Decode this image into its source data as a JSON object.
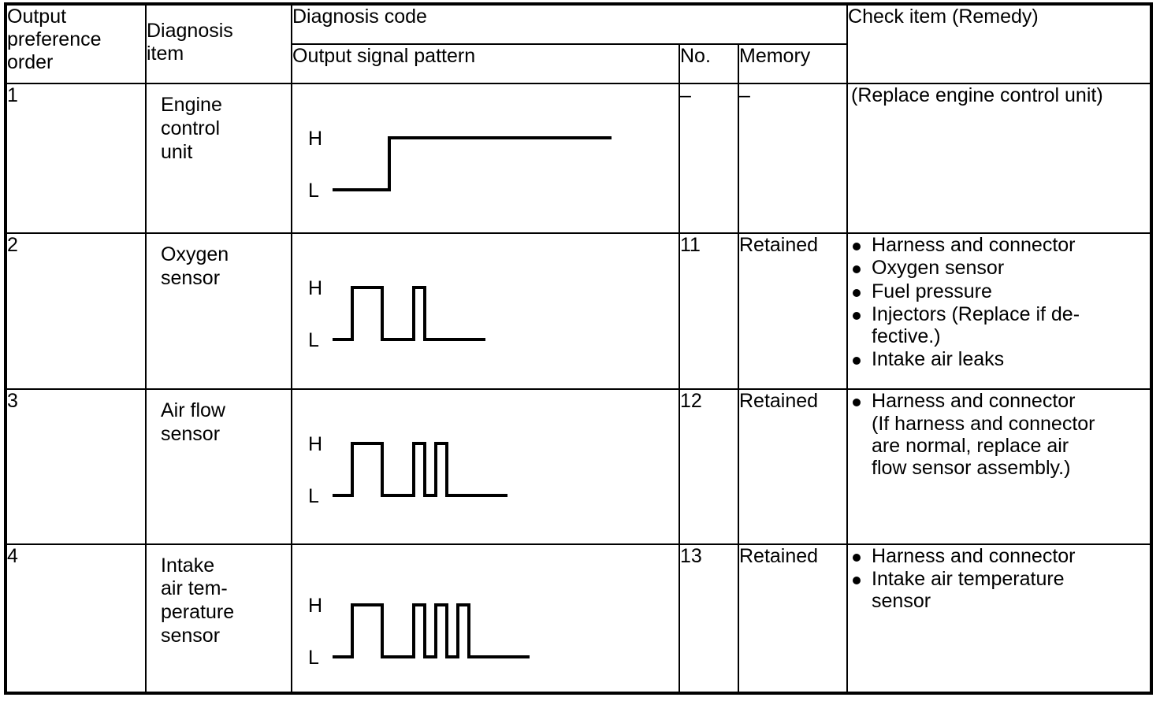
{
  "table": {
    "headers": {
      "order": "Output\npreference\norder",
      "order_lines": [
        "Output",
        "preference",
        "order"
      ],
      "item": "Diagnosis\nitem",
      "item_lines": [
        "Diagnosis",
        "item"
      ],
      "diagnosis_code": "Diagnosis  code",
      "output_signal_pattern": "Output  signal  pattern",
      "no": "No.",
      "memory": "Memory",
      "check_item": "Check item (Remedy)"
    },
    "signal_labels": {
      "high": "H",
      "low": "L"
    },
    "rows": [
      {
        "order": "1",
        "item_lines": [
          "Engine",
          "control",
          "unit"
        ],
        "no": "–",
        "memory": "–",
        "check_plain": "(Replace engine control unit)",
        "check_bullets": [],
        "waveform": {
          "description": "low then single rising step held high",
          "type": "step",
          "wide_pulses": 0,
          "narrow_pulses": 0
        }
      },
      {
        "order": "2",
        "item_lines": [
          "Oxygen",
          "sensor"
        ],
        "no": "11",
        "memory": "Retained",
        "check_plain": "",
        "check_bullets": [
          "Harness and connector",
          "Oxygen sensor",
          "Fuel pressure",
          "Injectors (Replace if de-\nfective.)",
          "Intake air leaks"
        ],
        "waveform": {
          "description": "one wide pulse then one narrow pulse",
          "type": "pulses",
          "wide_pulses": 1,
          "narrow_pulses": 1
        }
      },
      {
        "order": "3",
        "item_lines": [
          "Air flow",
          "sensor"
        ],
        "no": "12",
        "memory": "Retained",
        "check_plain": "",
        "check_bullets": [
          "Harness and connector\n(If harness and connector\nare normal, replace air\nflow sensor assembly.)"
        ],
        "waveform": {
          "description": "one wide pulse then two narrow pulses",
          "type": "pulses",
          "wide_pulses": 1,
          "narrow_pulses": 2
        }
      },
      {
        "order": "4",
        "item_lines": [
          "Intake",
          "air tem-",
          "perature",
          "sensor"
        ],
        "no": "13",
        "memory": "Retained",
        "check_plain": "",
        "check_bullets": [
          "Harness and connector",
          "Intake air temperature\nsensor"
        ],
        "waveform": {
          "description": "one wide pulse then three narrow pulses",
          "type": "pulses",
          "wide_pulses": 1,
          "narrow_pulses": 3
        }
      }
    ]
  },
  "style": {
    "ink": "#000000",
    "paper": "#ffffff"
  }
}
